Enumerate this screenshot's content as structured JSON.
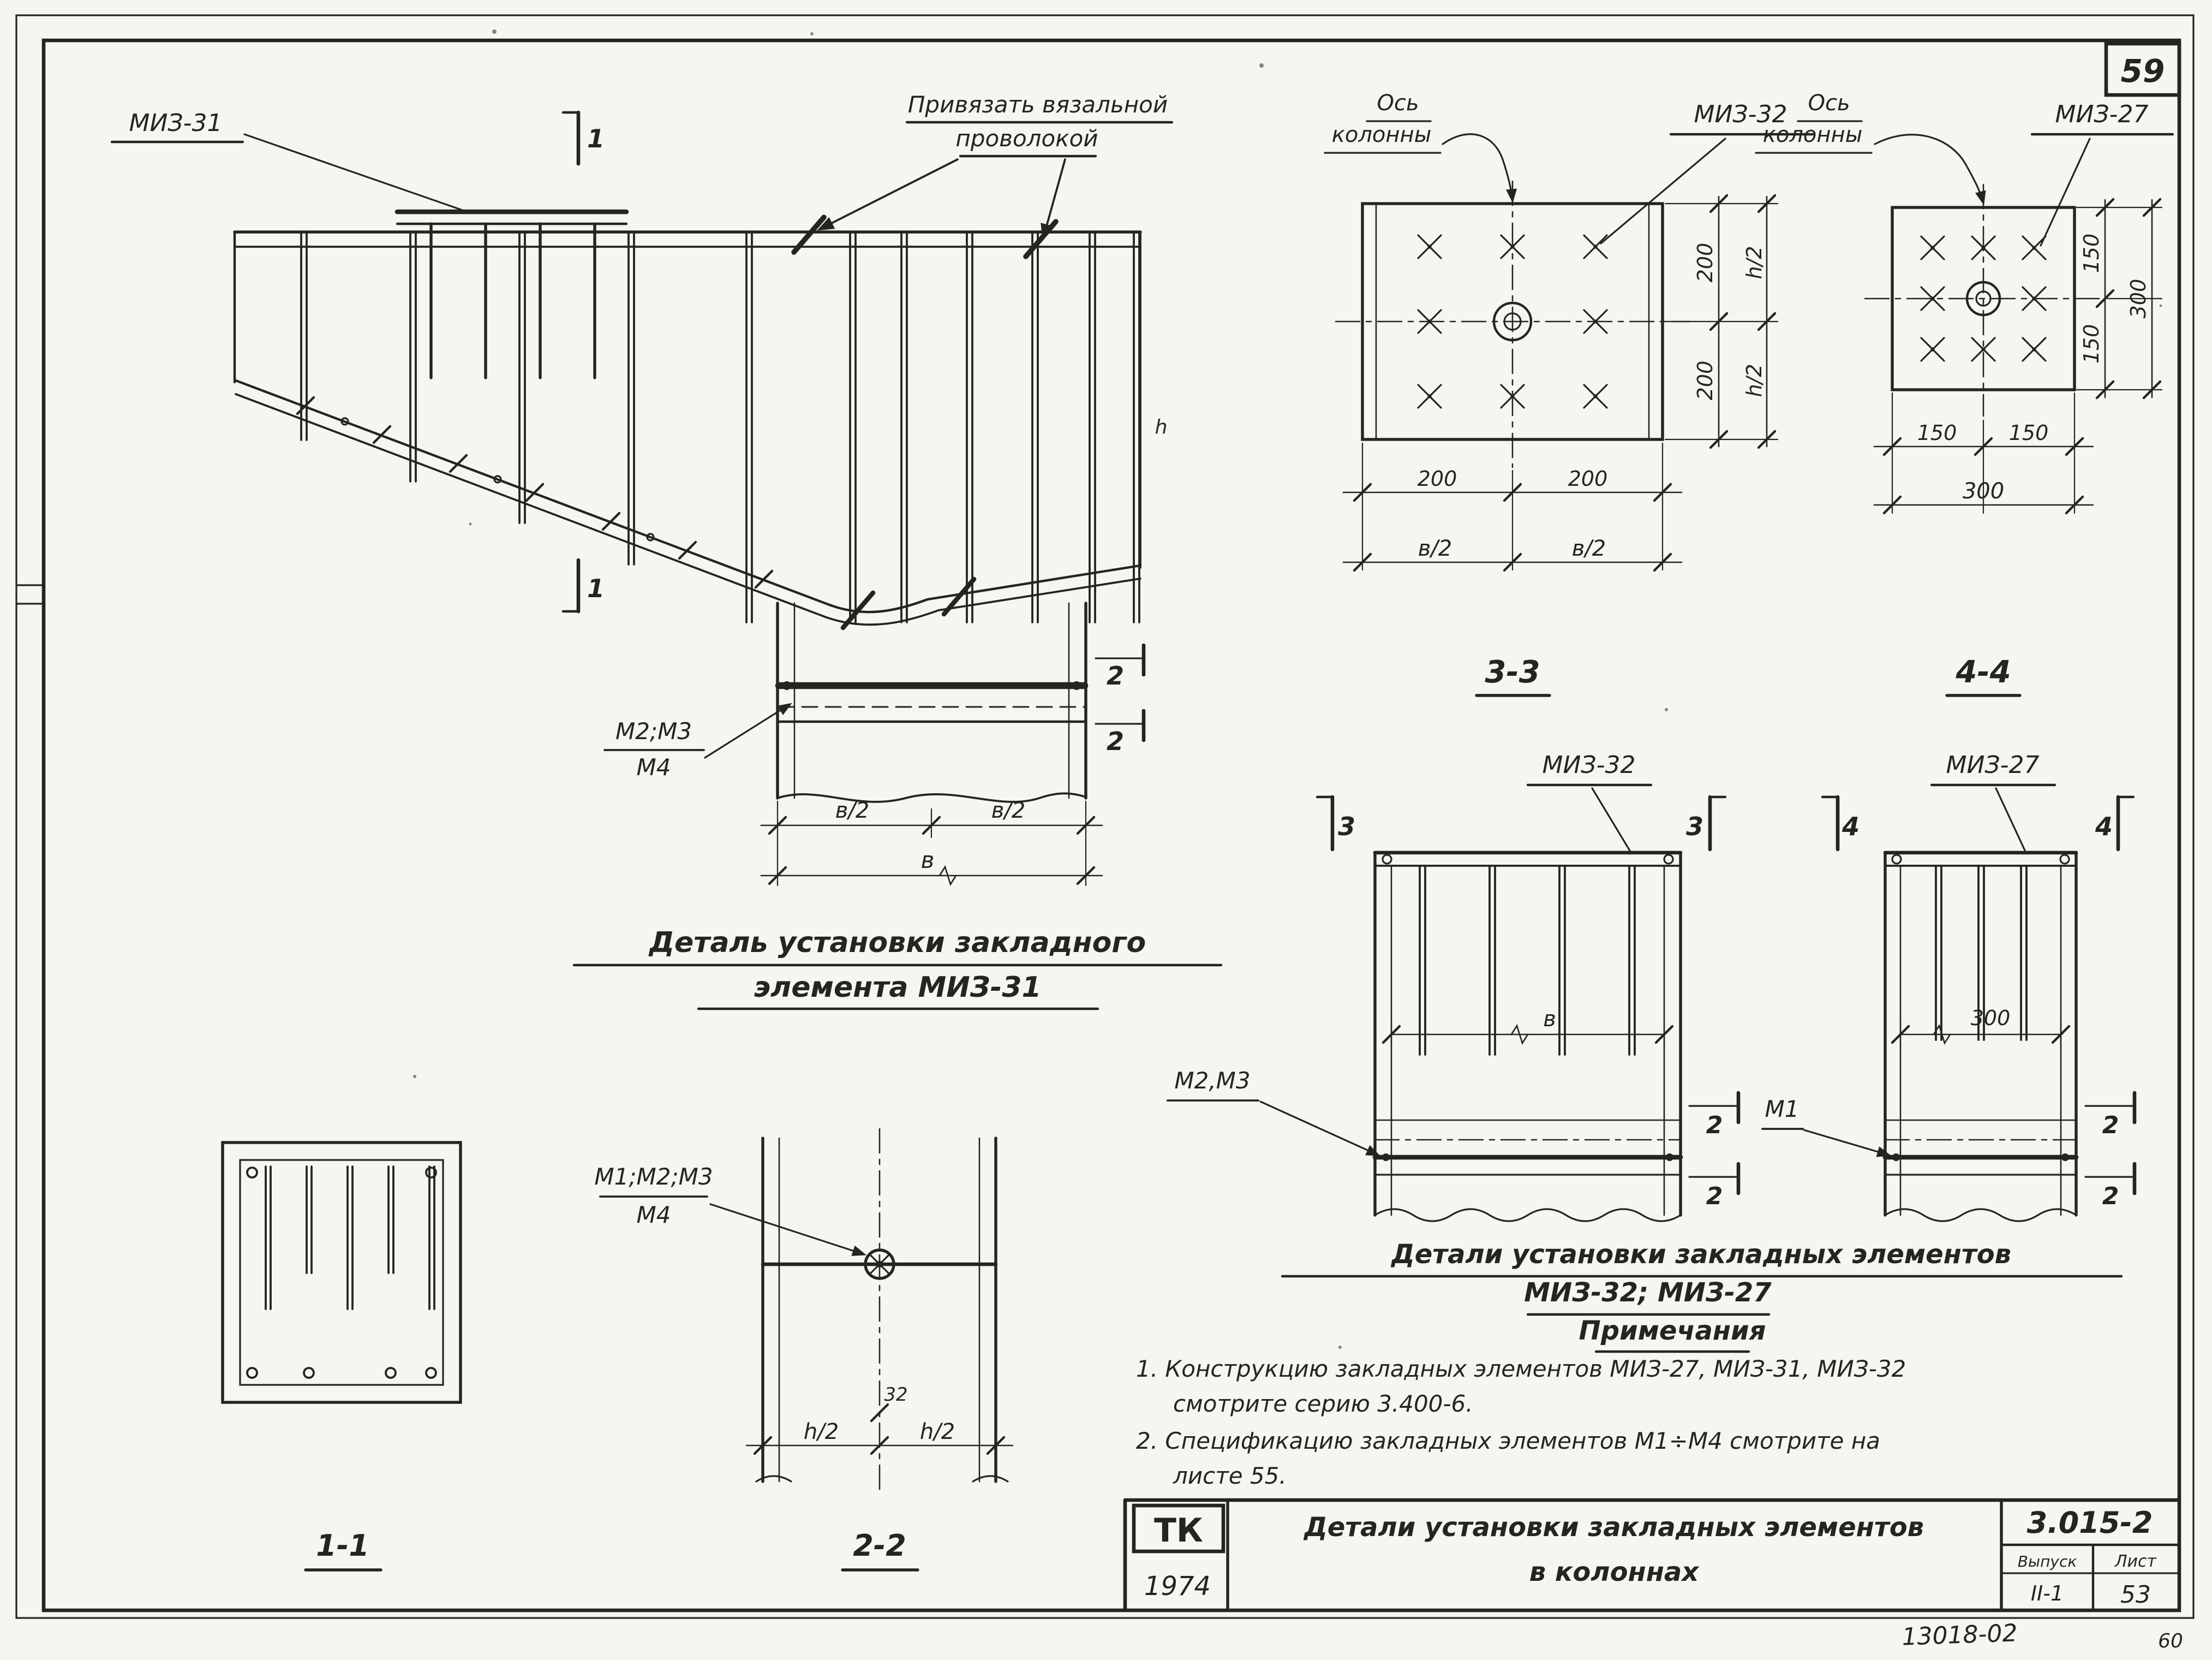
{
  "page": {
    "sheet_number": "59",
    "ink": "#26241f",
    "paper": "#f6f5f0"
  },
  "beam": {
    "miz31_label": "МИЗ-31",
    "tie_note_line1": "Привязать вязальной",
    "tie_note_line2": "проволокой",
    "sec1_top": "1",
    "sec1_bottom": "1",
    "m2m3_label": "М2;М3",
    "m4_label": "М4",
    "sec2_top": "2",
    "sec2_bottom": "2",
    "dim_half_left": "в/2",
    "dim_half_right": "в/2",
    "dim_total": "в",
    "dim_h": "h",
    "title_line1": "Деталь установки закладного",
    "title_line2": "элемента МИЗ-31"
  },
  "plan33": {
    "axis_line1": "Ось",
    "axis_line2": "колонны",
    "part_label": "МИЗ-32",
    "dim_right_top": "200",
    "dim_right_bottom": "200",
    "dim_right_outer_top": "h/2",
    "dim_right_outer_bottom": "h/2",
    "dim_bottom_left": "200",
    "dim_bottom_right": "200",
    "dim_bottom_outer_left": "в/2",
    "dim_bottom_outer_right": "в/2",
    "caption": "3-3"
  },
  "plan44": {
    "axis_line1": "Ось",
    "axis_line2": "колонны",
    "part_label": "МИЗ-27",
    "dim_right_top": "150",
    "dim_right_bottom": "150",
    "dim_right_outer": "300",
    "dim_bottom_left": "150",
    "dim_bottom_right": "150",
    "dim_bottom_outer": "300",
    "caption": "4-4"
  },
  "elev32": {
    "part_label": "МИЗ-32",
    "sec3_left": "3",
    "sec3_right": "3",
    "dim_width": "в",
    "plates_label": "М2,М3",
    "sec2_top": "2",
    "sec2_bottom": "2"
  },
  "elev27": {
    "part_label": "МИЗ-27",
    "sec4_left": "4",
    "sec4_right": "4",
    "dim_width": "300",
    "plate_label": "М1",
    "sec2_top": "2",
    "sec2_bottom": "2"
  },
  "details_title": {
    "line1": "Детали установки закладных элементов",
    "line2": "МИЗ-32; МИЗ-27"
  },
  "notes": {
    "heading": "Примечания",
    "note1_line1": "1. Конструкцию закладных элементов МИЗ-27, МИЗ-31, МИЗ-32",
    "note1_line2": "смотрите серию 3.400-6.",
    "note2_line1": "2. Спецификацию закладных элементов М1÷М4 смотрите на",
    "note2_line2": "листе 55."
  },
  "section11": {
    "caption": "1-1"
  },
  "section22": {
    "caption": "2-2",
    "labels_line1": "М1;М2;М3",
    "labels_line2": "М4",
    "dim_thickness": "32",
    "dim_half_left": "h/2",
    "dim_half_right": "h/2"
  },
  "title_block": {
    "logo": "ТК",
    "year": "1974",
    "title_line1": "Детали установки закладных элементов",
    "title_line2": "в колоннах",
    "doc_code": "3.015-2",
    "issue_label": "Выпуск",
    "issue_value": "II-1",
    "sheet_label": "Лист",
    "sheet_value": "53"
  },
  "annotations": {
    "code": "13018-02",
    "extra": "60"
  }
}
